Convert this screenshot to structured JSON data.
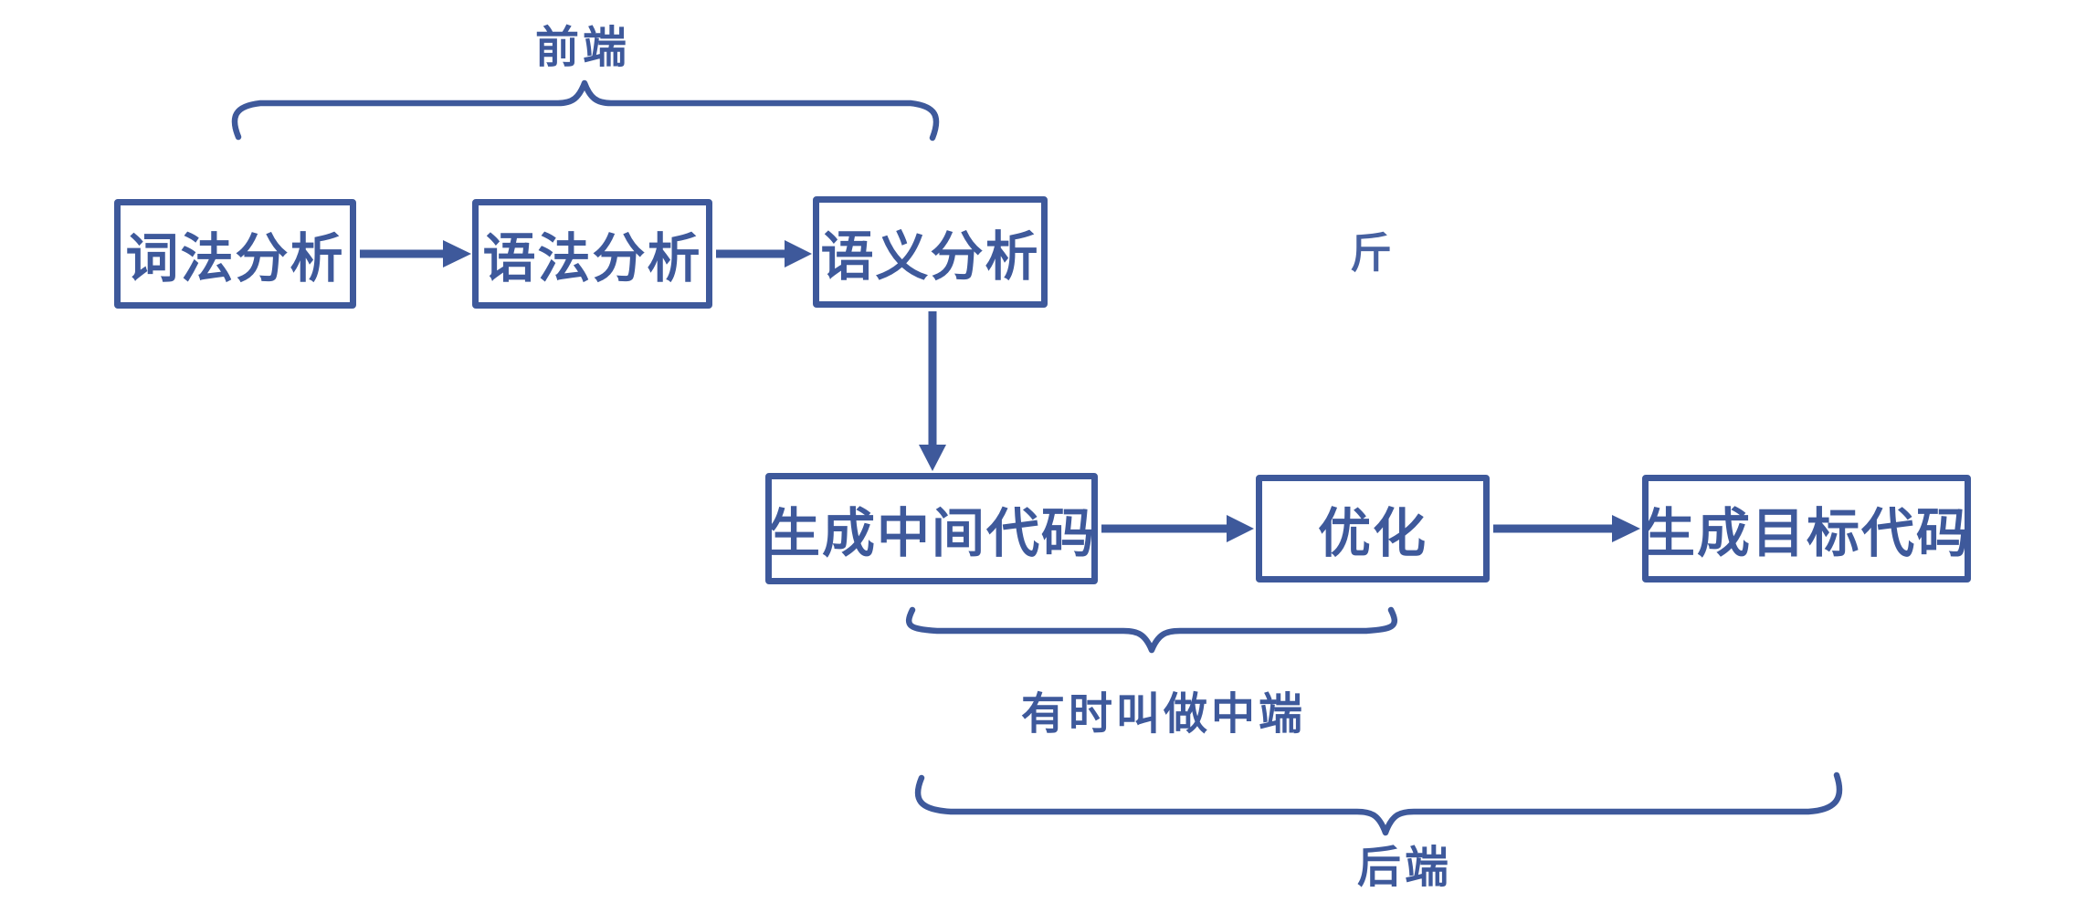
{
  "diagram": {
    "accent_color": "#3e599b",
    "background_color": "#ffffff",
    "nodes": [
      {
        "id": "lexical",
        "label": "词法分析"
      },
      {
        "id": "syntax",
        "label": "语法分析"
      },
      {
        "id": "semantic",
        "label": "语义分析"
      },
      {
        "id": "ir",
        "label": "生成中间代码"
      },
      {
        "id": "optimize",
        "label": "优化"
      },
      {
        "id": "target",
        "label": "生成目标代码"
      }
    ],
    "edges": [
      {
        "from": "lexical",
        "to": "syntax",
        "direction": "right"
      },
      {
        "from": "syntax",
        "to": "semantic",
        "direction": "right"
      },
      {
        "from": "semantic",
        "to": "ir",
        "direction": "down"
      },
      {
        "from": "ir",
        "to": "optimize",
        "direction": "right"
      },
      {
        "from": "optimize",
        "to": "target",
        "direction": "right"
      }
    ],
    "annotations": {
      "front_end": {
        "label": "前端",
        "brace": "over 词法分析…语义分析"
      },
      "middle_end": {
        "label": "有时叫做中端",
        "brace": "under 生成中间代码…优化"
      },
      "back_end": {
        "label": "后端",
        "brace": "under 生成中间代码…生成目标代码"
      },
      "stray_mark": {
        "label": "斤"
      }
    }
  }
}
